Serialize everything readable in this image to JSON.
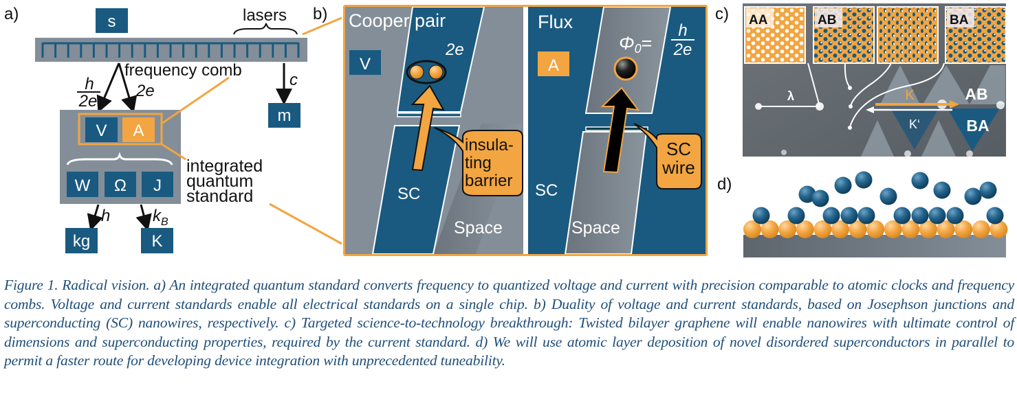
{
  "colors": {
    "dark_blue": "#1a5a80",
    "gray": "#838e98",
    "orange": "#f2a541",
    "text": "#111111",
    "caption": "#1f4e79"
  },
  "panel_a": {
    "label": "a)",
    "box_s": "s",
    "lasers_label": "lasers",
    "comb_label": "frequency comb",
    "comb_teeth": 21,
    "h_over_2e_num": "h",
    "h_over_2e_den": "2e",
    "two_e": "2e",
    "c_label": "c",
    "box_m": "m",
    "box_v": "V",
    "box_a": "A",
    "box_w": "W",
    "box_omega": "Ω",
    "box_j": "J",
    "iqs_line1": "integrated",
    "iqs_line2": "quantum",
    "iqs_line3": "standard",
    "h_label": "h",
    "kb_label": "k",
    "kb_sub": "B",
    "box_kg": "kg",
    "box_k": "K"
  },
  "panel_b": {
    "label": "b)",
    "left": {
      "title": "Cooper pair",
      "badge": "V",
      "charge": "2e",
      "sc": "SC",
      "space": "Space",
      "callout": [
        "insula-",
        "ting",
        "barrier"
      ]
    },
    "right": {
      "title": "Flux",
      "badge": "A",
      "phi": "Φ",
      "phi_sub": "0",
      "equals": "=",
      "frac_num": "h",
      "frac_den": "2e",
      "sc": "SC",
      "space": "Space",
      "callout": [
        "SC",
        "wire"
      ]
    }
  },
  "panel_c": {
    "label": "c)",
    "insets": [
      "AA",
      "AB",
      "",
      "BA"
    ],
    "lambda": "λ",
    "k": "K",
    "k_prime": "K‘",
    "ab": "AB",
    "ba": "BA"
  },
  "panel_d": {
    "label": "d)",
    "substrate_spheres": 15,
    "adsorbed_spheres": 11,
    "gas_spheres": 10
  },
  "caption": "Figure 1. Radical vision. a) An integrated quantum standard converts frequency to quantized voltage and current with precision comparable to atomic clocks and frequency combs. Voltage and current standards enable all electrical standards on a single chip. b) Duality of voltage and current standards, based on Josephson junctions and superconducting (SC) nanowires, respectively. c) Targeted science-to-technology breakthrough: Twisted bilayer graphene will enable nanowires with ultimate control of dimensions and superconducting properties, required by the current standard. d) We will use atomic layer deposition of novel disordered superconductors in parallel to permit a faster route for developing device integration with unprecedented tuneability."
}
